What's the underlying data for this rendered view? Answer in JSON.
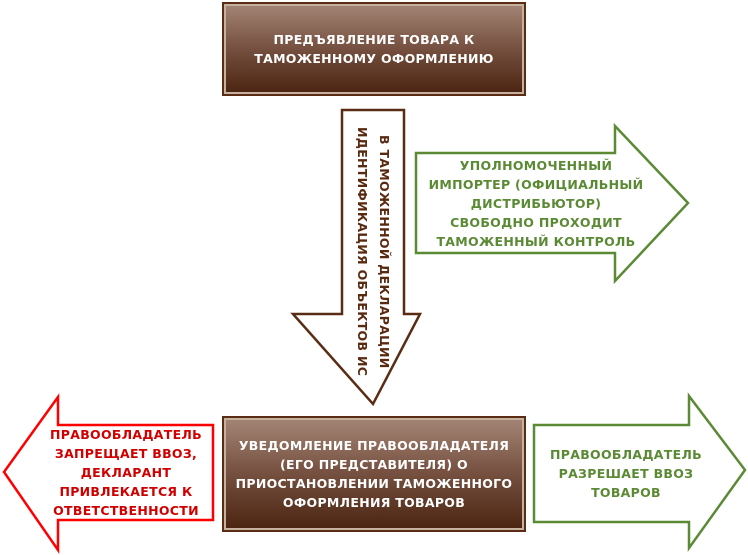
{
  "top_box": {
    "lines": [
      "ПРЕДЪЯВЛЕНИЕ ТОВАРА К",
      "ТАМОЖЕННОМУ ОФОРМЛЕНИЮ"
    ]
  },
  "down_arrow": {
    "lines": [
      "ИДЕНТИФИКАЦИЯ ОБЪЕКТОВ ИС",
      "В ТАМОЖЕННОЙ ДЕКЛАРАЦИИ"
    ]
  },
  "right_arrow_top": {
    "lines": [
      "УПОЛНОМОЧЕННЫЙ",
      "ИМПОРТЕР (ОФИЦИАЛЬНЫЙ",
      "ДИСТРИБЬЮТОР)",
      "СВОБОДНО ПРОХОДИТ",
      "ТАМОЖЕННЫЙ КОНТРОЛЬ"
    ]
  },
  "bottom_box": {
    "lines": [
      "УВЕДОМЛЕНИЕ ПРАВООБЛАДАТЕЛЯ",
      "(ЕГО ПРЕДСТАВИТЕЛЯ) О",
      "ПРИОСТАНОВЛЕНИИ ТАМОЖЕННОГО",
      "ОФОРМЛЕНИЯ ТОВАРОВ"
    ]
  },
  "left_arrow": {
    "lines": [
      "ПРАВООБЛАДАТЕЛЬ",
      "ЗАПРЕЩАЕТ ВВОЗ,",
      "ДЕКЛАРАНТ",
      "ПРИВЛЕКАЕТСЯ К",
      "ОТВЕТСТВЕННОСТИ"
    ]
  },
  "right_arrow_bottom": {
    "lines": [
      "ПРАВООБЛАДАТЕЛЬ",
      "РАЗРЕШАЕТ ВВОЗ",
      "ТОВАРОВ"
    ]
  },
  "colors": {
    "brown": "#5a2c14",
    "green": "#5b8a35",
    "red": "#ff0000",
    "red_text": "#d00000"
  }
}
